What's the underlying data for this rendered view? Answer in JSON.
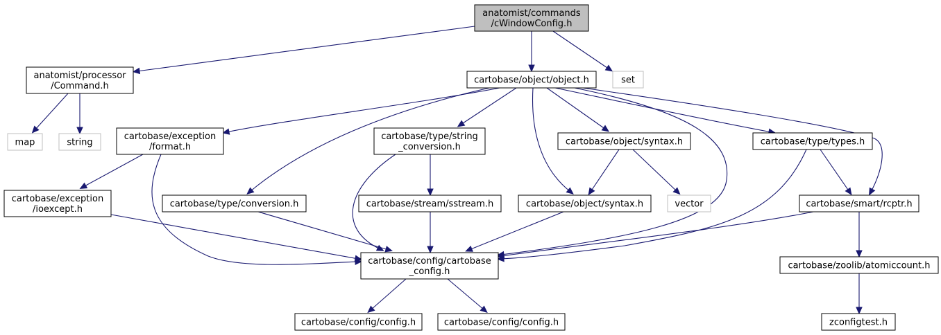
{
  "diagram": {
    "colors": {
      "edge": "#191970",
      "root_fill": "#bfbfbf",
      "external_border": "#bfbfbf",
      "node_border": "#000000"
    },
    "nodes": [
      {
        "id": "root",
        "lines": [
          "anatomist/commands",
          "/cWindowConfig.h"
        ],
        "kind": "root"
      },
      {
        "id": "command",
        "lines": [
          "anatomist/processor",
          "/Command.h"
        ],
        "kind": "file"
      },
      {
        "id": "object",
        "lines": [
          "cartobase/object/object.h"
        ],
        "kind": "file"
      },
      {
        "id": "set",
        "lines": [
          "set"
        ],
        "kind": "external"
      },
      {
        "id": "map",
        "lines": [
          "map"
        ],
        "kind": "external"
      },
      {
        "id": "string",
        "lines": [
          "string"
        ],
        "kind": "external"
      },
      {
        "id": "format",
        "lines": [
          "cartobase/exception",
          "/format.h"
        ],
        "kind": "file"
      },
      {
        "id": "string_conv",
        "lines": [
          "cartobase/type/string",
          "_conversion.h"
        ],
        "kind": "file"
      },
      {
        "id": "syntax_top",
        "lines": [
          "cartobase/object/syntax.h"
        ],
        "kind": "file"
      },
      {
        "id": "types",
        "lines": [
          "cartobase/type/types.h"
        ],
        "kind": "file"
      },
      {
        "id": "ioexcept",
        "lines": [
          "cartobase/exception",
          "/ioexcept.h"
        ],
        "kind": "file"
      },
      {
        "id": "conversion",
        "lines": [
          "cartobase/type/conversion.h"
        ],
        "kind": "file"
      },
      {
        "id": "sstream",
        "lines": [
          "cartobase/stream/sstream.h"
        ],
        "kind": "file"
      },
      {
        "id": "syntax_mid",
        "lines": [
          "cartobase/object/syntax.h"
        ],
        "kind": "file"
      },
      {
        "id": "vector",
        "lines": [
          "vector"
        ],
        "kind": "external"
      },
      {
        "id": "rcptr",
        "lines": [
          "cartobase/smart/rcptr.h"
        ],
        "kind": "file"
      },
      {
        "id": "cartobase_config",
        "lines": [
          "cartobase/config/cartobase",
          "_config.h"
        ],
        "kind": "file"
      },
      {
        "id": "atomiccount",
        "lines": [
          "cartobase/zoolib/atomiccount.h"
        ],
        "kind": "file"
      },
      {
        "id": "config1",
        "lines": [
          "cartobase/config/config.h"
        ],
        "kind": "file"
      },
      {
        "id": "config2",
        "lines": [
          "cartobase/config/config.h"
        ],
        "kind": "file"
      },
      {
        "id": "zconfigtest",
        "lines": [
          "zconfigtest.h"
        ],
        "kind": "file"
      }
    ],
    "edges": [
      {
        "from": "root",
        "to": "command"
      },
      {
        "from": "root",
        "to": "object"
      },
      {
        "from": "root",
        "to": "set"
      },
      {
        "from": "command",
        "to": "map"
      },
      {
        "from": "command",
        "to": "string"
      },
      {
        "from": "object",
        "to": "format"
      },
      {
        "from": "object",
        "to": "string_conv"
      },
      {
        "from": "object",
        "to": "syntax_top"
      },
      {
        "from": "object",
        "to": "types"
      },
      {
        "from": "object",
        "to": "conversion"
      },
      {
        "from": "object",
        "to": "syntax_mid"
      },
      {
        "from": "object",
        "to": "rcptr"
      },
      {
        "from": "object",
        "to": "cartobase_config"
      },
      {
        "from": "format",
        "to": "ioexcept"
      },
      {
        "from": "format",
        "to": "cartobase_config"
      },
      {
        "from": "string_conv",
        "to": "sstream"
      },
      {
        "from": "string_conv",
        "to": "cartobase_config"
      },
      {
        "from": "syntax_top",
        "to": "syntax_mid"
      },
      {
        "from": "syntax_top",
        "to": "vector"
      },
      {
        "from": "types",
        "to": "rcptr"
      },
      {
        "from": "types",
        "to": "cartobase_config"
      },
      {
        "from": "ioexcept",
        "to": "cartobase_config"
      },
      {
        "from": "conversion",
        "to": "cartobase_config"
      },
      {
        "from": "sstream",
        "to": "cartobase_config"
      },
      {
        "from": "syntax_mid",
        "to": "cartobase_config"
      },
      {
        "from": "rcptr",
        "to": "cartobase_config"
      },
      {
        "from": "rcptr",
        "to": "atomiccount"
      },
      {
        "from": "cartobase_config",
        "to": "config1"
      },
      {
        "from": "cartobase_config",
        "to": "config2"
      },
      {
        "from": "atomiccount",
        "to": "zconfigtest"
      }
    ]
  }
}
